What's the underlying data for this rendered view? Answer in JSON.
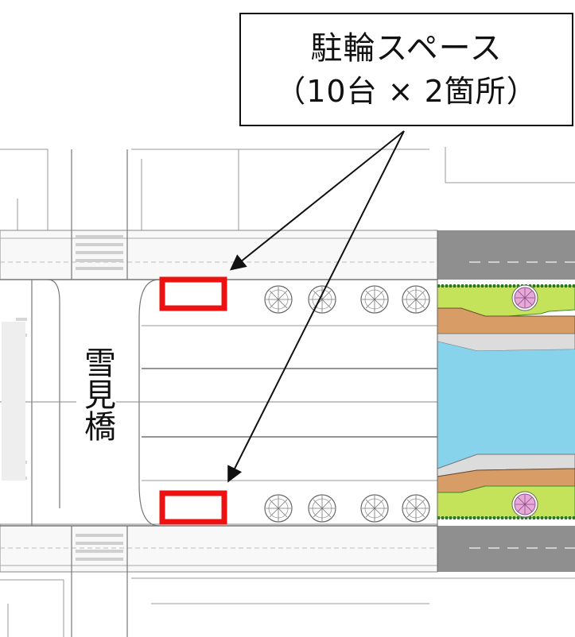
{
  "callout": {
    "line1": "駐輪スペース",
    "line2": "（10台 × 2箇所）"
  },
  "bridge_label": "雪見橋",
  "colors": {
    "parking_marker": "#ee1111",
    "river": "#87d3ec",
    "grass": "#c5e35a",
    "bank": "#d89c66",
    "asphalt": "#8f8f8f",
    "road_lines": "#555555"
  },
  "icons": [
    "tree-icon",
    "cherry-tree-icon",
    "arrow-icon"
  ]
}
